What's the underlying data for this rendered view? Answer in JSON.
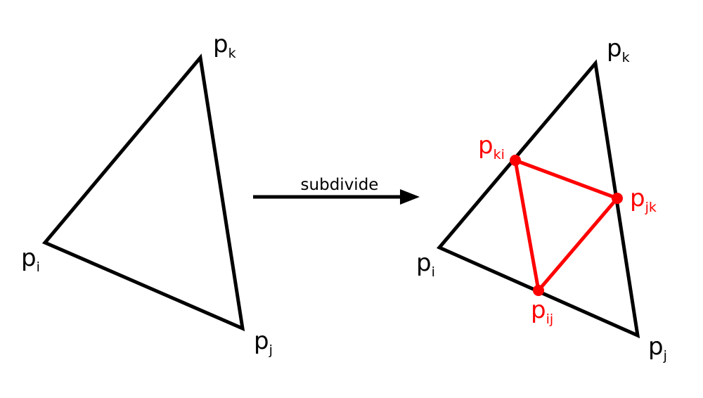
{
  "colors": {
    "outline": "#000000",
    "subdivision": "#ff0000"
  },
  "arrow": {
    "label": "subdivide"
  },
  "left_triangle": {
    "vertex_i": {
      "base": "p",
      "sub": "i"
    },
    "vertex_j": {
      "base": "p",
      "sub": "j"
    },
    "vertex_k": {
      "base": "p",
      "sub": "k"
    }
  },
  "right_triangle": {
    "vertex_i": {
      "base": "p",
      "sub": "i"
    },
    "vertex_j": {
      "base": "p",
      "sub": "j"
    },
    "vertex_k": {
      "base": "p",
      "sub": "k"
    },
    "midpoint_ij": {
      "base": "p",
      "sub": "ij"
    },
    "midpoint_jk": {
      "base": "p",
      "sub": "jk"
    },
    "midpoint_ki": {
      "base": "p",
      "sub": "ki"
    }
  }
}
